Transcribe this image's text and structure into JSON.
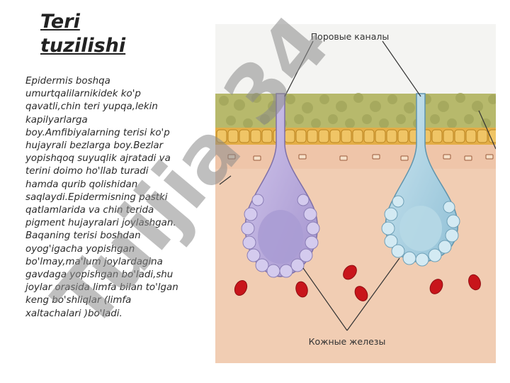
{
  "slide": {
    "title_line1": "Teri",
    "title_line2": "tuzilishi",
    "body_lines": [
      "Epidermis boshqa",
      "umurtqalilarnikidek ko'p",
      "qavatli,chin teri yupqa,lekin",
      "kapilyarlarga",
      "boy.Amfibiyalarning terisi ko'p",
      "hujayrali bezlarga boy.Bezlar",
      "yopishqoq  suyuqlik ajratadi va",
      "terini doimo ho'llab turadi",
      "hamda qurib qolishidan",
      "saqlaydi.Epidermisning pastki",
      "qatlamlarida va chin terida",
      "pigment hujayralari joylashgan.",
      "Baqaning terisi boshdan",
      "oyog'igacha yopishgan",
      "bo'lmay,ma'lum joylardagina",
      "gavdaga yopishgan bo'ladi,shu",
      "joylar orasida limfa bilan to'lgan",
      "keng bo'shliqlar (limfa",
      "xaltachalari )bo'ladi."
    ]
  },
  "figure": {
    "label_top": "Поровые каналы",
    "label_bottom": "Кожные железы"
  },
  "watermark": {
    "text": "Tuijia 34"
  },
  "colors": {
    "epidermis_top": "#b8ba6e",
    "pigment_layer": "#e6b24a",
    "dermis": "#f2cdb4",
    "gland_left": "#b7a9d8",
    "gland_right": "#a7cfe0",
    "blood_cells": "#c4161c",
    "watermark": "#8a8a8a"
  }
}
